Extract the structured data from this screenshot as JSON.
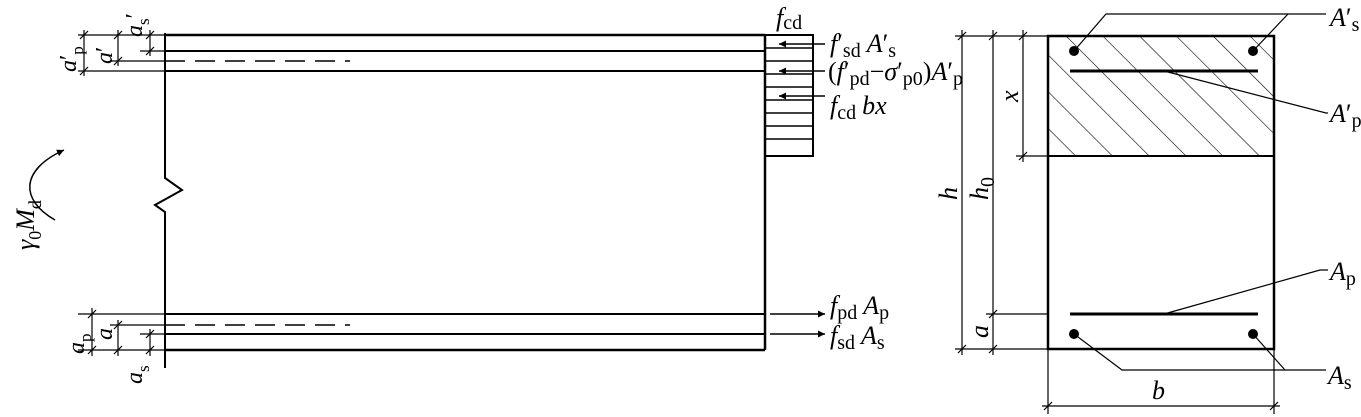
{
  "diagram": {
    "type": "structural-section-diagram",
    "left_beam": {
      "moment_label": "γ0Md",
      "stress_block_label": "fcd",
      "top_forces": [
        "f′sd A′s",
        "(f′pd−σ′p0)A′p",
        "fcd bx"
      ],
      "bottom_forces": [
        "fpd Ap",
        "fsd As"
      ],
      "dimension_labels_top": [
        "a′p",
        "a′",
        "a′s"
      ],
      "dimension_labels_bottom": [
        "ap",
        "a",
        "as"
      ]
    },
    "cross_section": {
      "labels_top": [
        "A′s",
        "A′p"
      ],
      "labels_bottom": [
        "Ap",
        "As"
      ],
      "dimension_labels": [
        "h",
        "h0",
        "x",
        "a",
        "b"
      ]
    }
  }
}
